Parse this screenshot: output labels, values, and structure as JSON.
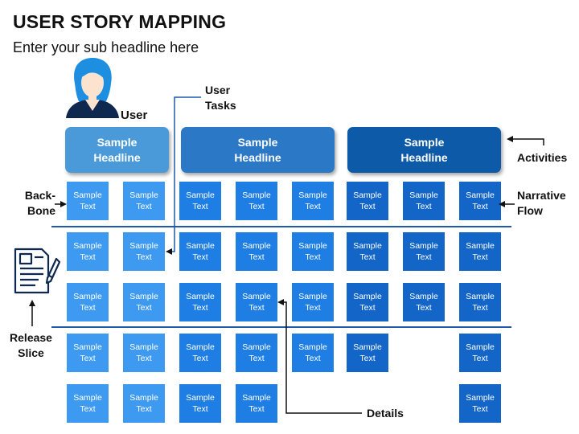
{
  "title": "USER STORY MAPPING",
  "subtitle": "Enter your sub headline here",
  "labels": {
    "user": "User",
    "user_tasks": [
      "User",
      "Tasks"
    ],
    "activities": "Activities",
    "narrative_flow": [
      "Narrative",
      "Flow"
    ],
    "backbone": [
      "Back-",
      "Bone"
    ],
    "release_slice": [
      "Release",
      "Slice"
    ],
    "details": "Details"
  },
  "headlines": [
    {
      "line1": "Sample",
      "line2": "Headline"
    },
    {
      "line1": "Sample",
      "line2": "Headline"
    },
    {
      "line1": "Sample",
      "line2": "Headline"
    }
  ],
  "card_text": {
    "line1": "Sample",
    "line2": "Text"
  },
  "grid": [
    [
      1,
      1,
      1,
      1,
      1,
      1,
      1,
      1
    ],
    [
      1,
      1,
      1,
      1,
      1,
      1,
      1,
      1
    ],
    [
      1,
      1,
      1,
      1,
      1,
      1,
      1,
      1
    ],
    [
      1,
      1,
      1,
      1,
      1,
      1,
      0,
      1
    ],
    [
      1,
      1,
      1,
      1,
      0,
      0,
      0,
      1
    ]
  ],
  "icons": {
    "user": "user-avatar-icon",
    "document": "document-pen-icon"
  },
  "colors": {
    "headline_1": "#4a9ad9",
    "headline_2": "#2b78c6",
    "headline_3": "#0d5aa8",
    "card_light": "#3d9af0",
    "card_mid": "#1e7ee3",
    "card_dark": "#1366c7",
    "divider": "#1e5aa8"
  }
}
